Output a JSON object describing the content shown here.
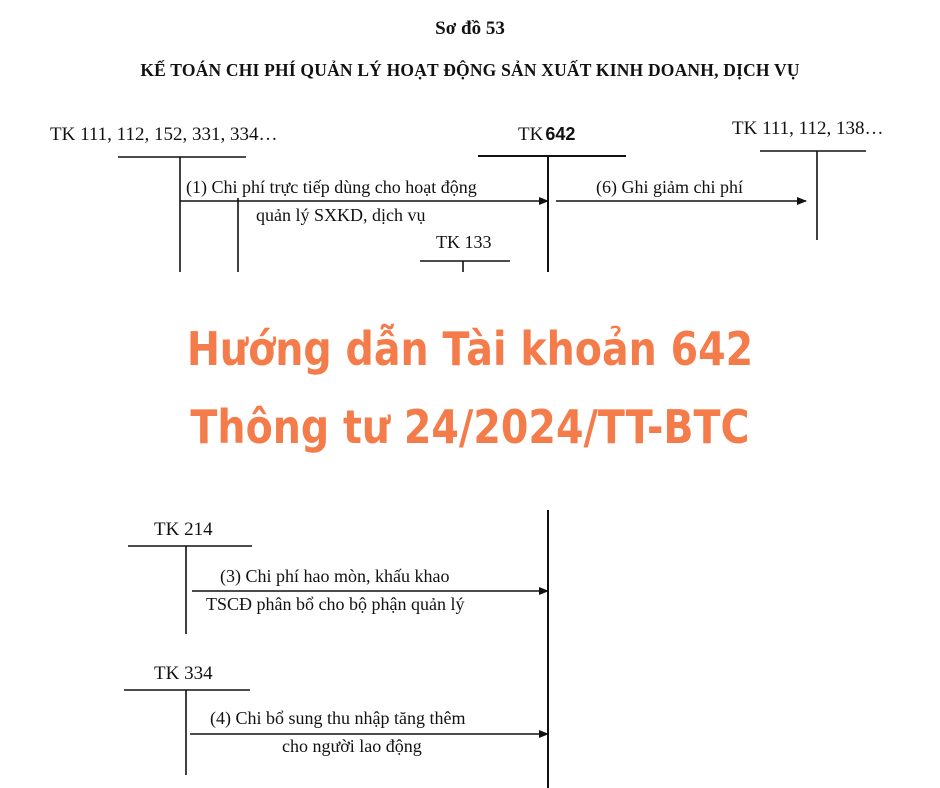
{
  "diagram": {
    "number_label": "Sơ đồ 53",
    "title": "KẾ TOÁN CHI PHÍ QUẢN LÝ HOẠT ĐỘNG SẢN XUẤT KINH DOANH, DỊCH VỤ"
  },
  "accounts": {
    "source_cash": "TK 111, 112, 152, 331, 334…",
    "main_prefix": "TK",
    "main_number": "642",
    "destination": "TK 111, 112, 138…",
    "vat": "TK 133",
    "depreciation": "TK 214",
    "payroll": "TK 334"
  },
  "entries": {
    "e1_line1": "(1) Chi phí trực tiếp dùng cho hoạt động",
    "e1_line2": "quản   lý SXKD, dịch vụ",
    "e6": "(6) Ghi giảm chi phí",
    "e3_line1": "(3) Chi phí hao mòn, khấu khao",
    "e3_line2": "TSCĐ phân bổ cho bộ phận quản lý",
    "e4_line1": "(4) Chi bổ sung thu nhập tăng thêm",
    "e4_line2": "cho người lao động"
  },
  "overlay": {
    "line1": "Hướng dẫn Tài khoản 642",
    "line2": "Thông tư 24/2024/TT-BTC",
    "color": "#f47c4a"
  }
}
